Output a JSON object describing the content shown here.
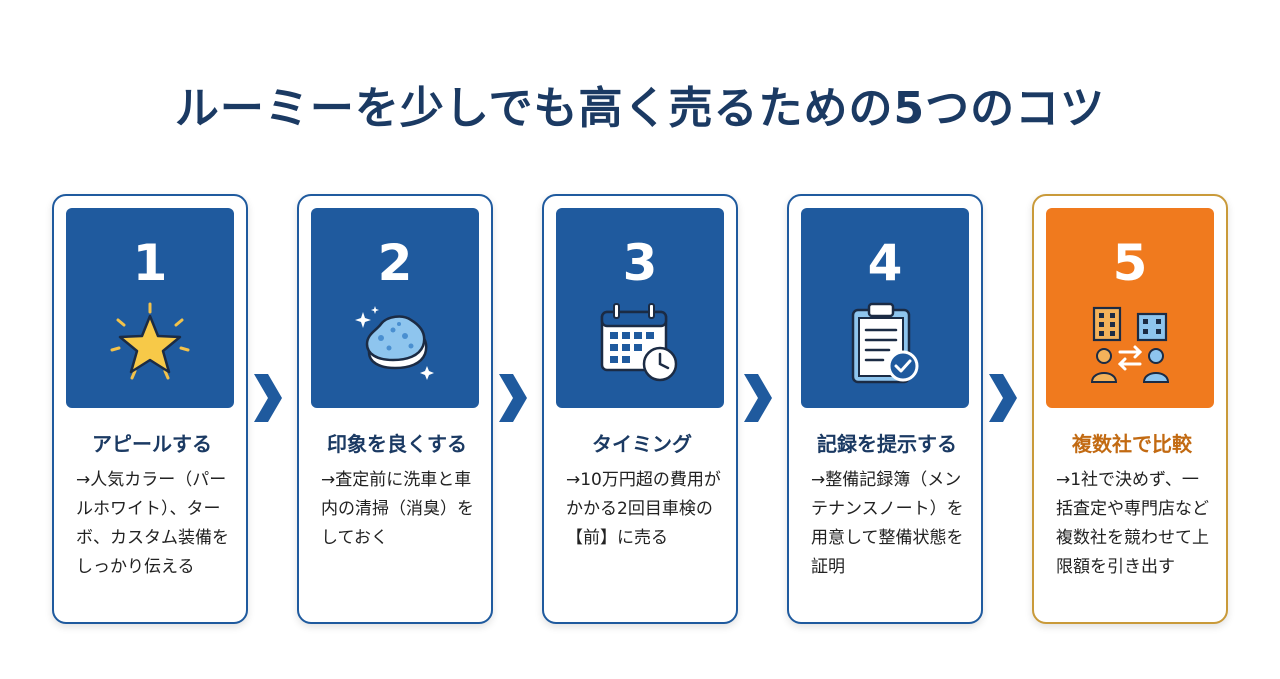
{
  "title": "ルーミーを少しでも高く売るための5つのコツ",
  "steps": [
    {
      "number": "1",
      "icon": "star-icon",
      "title": "アピールする",
      "description": "→人気カラー（パールホワイト）、ターボ、カスタム装備をしっかり伝える"
    },
    {
      "number": "2",
      "icon": "sponge-icon",
      "title": "印象を良くする",
      "description": "→査定前に洗車と車内の清掃（消臭）をしておく"
    },
    {
      "number": "3",
      "icon": "calendar-clock-icon",
      "title": "タイミング",
      "description": "→10万円超の費用がかかる2回目車検の【前】に売る"
    },
    {
      "number": "4",
      "icon": "clipboard-check-icon",
      "title": "記録を提示する",
      "description": "→整備記録簿（メンテナンスノート）を用意して整備状態を証明"
    },
    {
      "number": "5",
      "icon": "companies-compare-icon",
      "title": "複数社で比較",
      "description": "→1社で決めず、一括査定や専門店など複数社を競わせて上限額を引き出す"
    }
  ],
  "colors": {
    "primary": "#1f5a9e",
    "title": "#1b3a63",
    "accent": "#f07a1e",
    "accent_border": "#c99a3a",
    "accent_text": "#c26a12"
  }
}
